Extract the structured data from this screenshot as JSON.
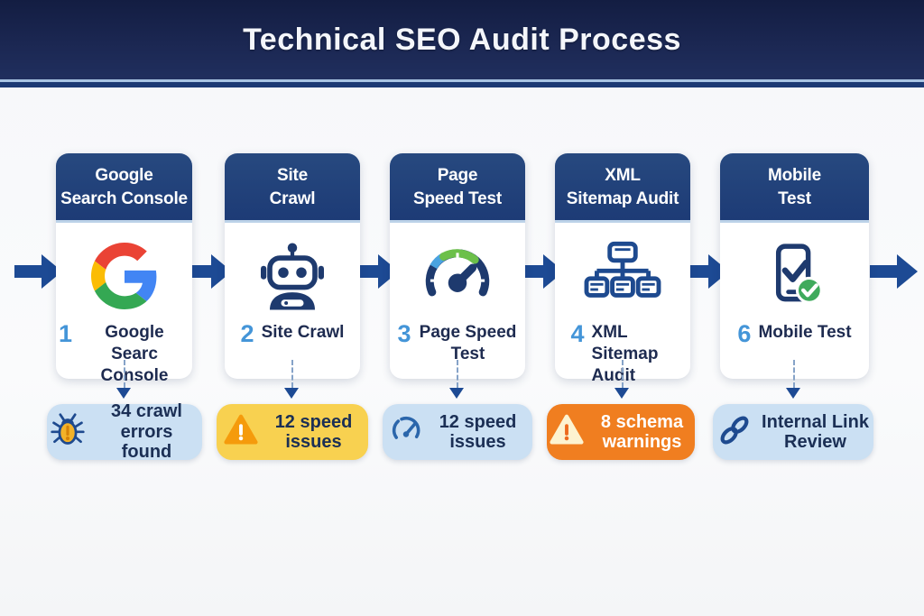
{
  "title": "Technical SEO Audit Process",
  "colors": {
    "banner_bg": "#1b2752",
    "card_header_bg": "#1d3b76",
    "flow_arrow": "#1d4a94",
    "step_number": "#4495d8",
    "text_navy": "#1e2b50",
    "badge_blue_bg": "#cbe0f3",
    "badge_yellow_bg": "#f8d150",
    "badge_orange_bg": "#f07e20",
    "google_red": "#EA4335",
    "google_blue": "#4285F4",
    "google_yellow": "#FBBC05",
    "google_green": "#34A853",
    "check_green": "#3faa5c"
  },
  "steps": [
    {
      "number": "1",
      "header1": "Google",
      "header2": "Search Console",
      "label": "Google Searc Console",
      "icon": "google-logo-icon",
      "finding": {
        "icon": "bug-icon",
        "text": "34 crawl errors found",
        "style": "blue"
      }
    },
    {
      "number": "2",
      "header1": "Site",
      "header2": "Crawl",
      "label": "Site Crawl",
      "icon": "robot-icon",
      "finding": {
        "icon": "warning-triangle-icon",
        "text": "12 speed issues",
        "style": "yellow"
      }
    },
    {
      "number": "3",
      "header1": "Page",
      "header2": "Speed Test",
      "label": "Page Speed Test",
      "icon": "speedometer-icon",
      "finding": {
        "icon": "gauge-icon",
        "text": "12 speed issues",
        "style": "blue"
      }
    },
    {
      "number": "4",
      "header1": "XML",
      "header2": "Sitemap Audit",
      "label": "XML Sitemap Audit",
      "icon": "sitemap-icon",
      "finding": {
        "icon": "warning-triangle-icon",
        "text": "8 schema warnings",
        "style": "orange"
      }
    },
    {
      "number": "6",
      "header1": "Mobile",
      "header2": "Test",
      "label": "Mobile Test",
      "icon": "mobile-check-icon",
      "finding": {
        "icon": "link-icon",
        "text": "Internal Link Review",
        "style": "blue"
      }
    }
  ]
}
